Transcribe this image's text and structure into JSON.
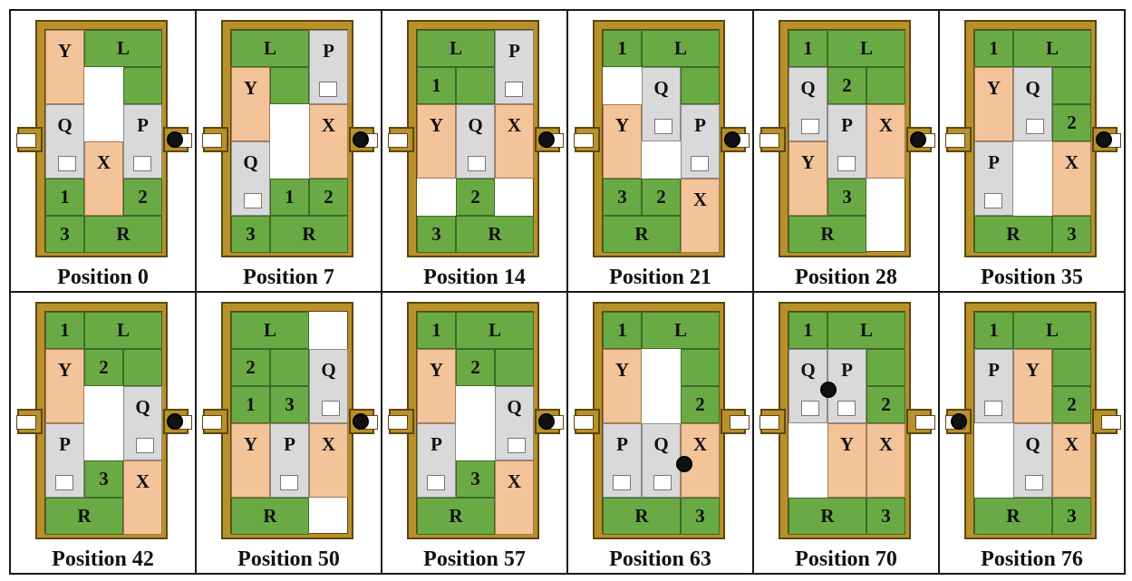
{
  "puzzle": {
    "colors": {
      "green": "#6aaa45",
      "orange": "#f3c39a",
      "gray": "#d9d9d9",
      "frame": "#b8912a"
    },
    "positions": [
      {
        "label": "Position 0",
        "ball": "right",
        "pieces": [
          {
            "t": "Y",
            "c": "o",
            "x": 0,
            "y": 0,
            "w": 1,
            "h": 2
          },
          {
            "t": "L",
            "c": "g",
            "x": 1,
            "y": 0,
            "w": 2,
            "h": 1
          },
          {
            "t": "",
            "c": "g",
            "x": 2,
            "y": 1,
            "w": 1,
            "h": 1
          },
          {
            "t": "Q",
            "c": "s",
            "x": 0,
            "y": 2,
            "w": 1,
            "h": 2,
            "hole": "br"
          },
          {
            "t": "P",
            "c": "s",
            "x": 2,
            "y": 2,
            "w": 1,
            "h": 2,
            "hole": "bl"
          },
          {
            "t": "X",
            "c": "o",
            "x": 1,
            "y": 3,
            "w": 1,
            "h": 2
          },
          {
            "t": "1",
            "c": "g",
            "x": 0,
            "y": 4,
            "w": 1,
            "h": 1
          },
          {
            "t": "2",
            "c": "g",
            "x": 2,
            "y": 4,
            "w": 1,
            "h": 1
          },
          {
            "t": "3",
            "c": "g",
            "x": 0,
            "y": 5,
            "w": 1,
            "h": 1
          },
          {
            "t": "R",
            "c": "g",
            "x": 1,
            "y": 5,
            "w": 2,
            "h": 1
          }
        ]
      },
      {
        "label": "Position 7",
        "ball": "right",
        "pieces": [
          {
            "t": "L",
            "c": "g",
            "x": 0,
            "y": 0,
            "w": 2,
            "h": 1
          },
          {
            "t": "P",
            "c": "s",
            "x": 2,
            "y": 0,
            "w": 1,
            "h": 2,
            "hole": "bl"
          },
          {
            "t": "",
            "c": "g",
            "x": 1,
            "y": 1,
            "w": 1,
            "h": 1
          },
          {
            "t": "Y",
            "c": "o",
            "x": 0,
            "y": 1,
            "w": 1,
            "h": 2
          },
          {
            "t": "X",
            "c": "o",
            "x": 2,
            "y": 2,
            "w": 1,
            "h": 2
          },
          {
            "t": "Q",
            "c": "s",
            "x": 0,
            "y": 3,
            "w": 1,
            "h": 2,
            "hole": "br"
          },
          {
            "t": "1",
            "c": "g",
            "x": 1,
            "y": 4,
            "w": 1,
            "h": 1
          },
          {
            "t": "2",
            "c": "g",
            "x": 2,
            "y": 4,
            "w": 1,
            "h": 1
          },
          {
            "t": "3",
            "c": "g",
            "x": 0,
            "y": 5,
            "w": 1,
            "h": 1
          },
          {
            "t": "R",
            "c": "g",
            "x": 1,
            "y": 5,
            "w": 2,
            "h": 1
          }
        ]
      },
      {
        "label": "Position 14",
        "ball": "right",
        "pieces": [
          {
            "t": "L",
            "c": "g",
            "x": 0,
            "y": 0,
            "w": 2,
            "h": 1
          },
          {
            "t": "P",
            "c": "s",
            "x": 2,
            "y": 0,
            "w": 1,
            "h": 2,
            "hole": "bl"
          },
          {
            "t": "1",
            "c": "g",
            "x": 0,
            "y": 1,
            "w": 1,
            "h": 1
          },
          {
            "t": "",
            "c": "g",
            "x": 1,
            "y": 1,
            "w": 1,
            "h": 1
          },
          {
            "t": "Y",
            "c": "o",
            "x": 0,
            "y": 2,
            "w": 1,
            "h": 2
          },
          {
            "t": "Q",
            "c": "s",
            "x": 1,
            "y": 2,
            "w": 1,
            "h": 2,
            "hole": "bm"
          },
          {
            "t": "X",
            "c": "o",
            "x": 2,
            "y": 2,
            "w": 1,
            "h": 2
          },
          {
            "t": "2",
            "c": "g",
            "x": 1,
            "y": 4,
            "w": 1,
            "h": 1
          },
          {
            "t": "3",
            "c": "g",
            "x": 0,
            "y": 5,
            "w": 1,
            "h": 1
          },
          {
            "t": "R",
            "c": "g",
            "x": 1,
            "y": 5,
            "w": 2,
            "h": 1
          }
        ]
      },
      {
        "label": "Position 21",
        "ball": "right",
        "pieces": [
          {
            "t": "1",
            "c": "g",
            "x": 0,
            "y": 0,
            "w": 1,
            "h": 1
          },
          {
            "t": "L",
            "c": "g",
            "x": 1,
            "y": 0,
            "w": 2,
            "h": 1
          },
          {
            "t": "",
            "c": "g",
            "x": 2,
            "y": 1,
            "w": 1,
            "h": 1
          },
          {
            "t": "Q",
            "c": "s",
            "x": 1,
            "y": 1,
            "w": 1,
            "h": 2,
            "hole": "br"
          },
          {
            "t": "Y",
            "c": "o",
            "x": 0,
            "y": 2,
            "w": 1,
            "h": 2
          },
          {
            "t": "P",
            "c": "s",
            "x": 2,
            "y": 2,
            "w": 1,
            "h": 2,
            "hole": "bl"
          },
          {
            "t": "3",
            "c": "g",
            "x": 0,
            "y": 4,
            "w": 1,
            "h": 1
          },
          {
            "t": "2",
            "c": "g",
            "x": 1,
            "y": 4,
            "w": 1,
            "h": 1
          },
          {
            "t": "X",
            "c": "o",
            "x": 2,
            "y": 4,
            "w": 1,
            "h": 2
          },
          {
            "t": "R",
            "c": "g",
            "x": 0,
            "y": 5,
            "w": 2,
            "h": 1
          }
        ]
      },
      {
        "label": "Position 28",
        "ball": "right",
        "pieces": [
          {
            "t": "1",
            "c": "g",
            "x": 0,
            "y": 0,
            "w": 1,
            "h": 1
          },
          {
            "t": "L",
            "c": "g",
            "x": 1,
            "y": 0,
            "w": 2,
            "h": 1
          },
          {
            "t": "",
            "c": "g",
            "x": 2,
            "y": 1,
            "w": 1,
            "h": 1
          },
          {
            "t": "Q",
            "c": "s",
            "x": 0,
            "y": 1,
            "w": 1,
            "h": 2,
            "hole": "br"
          },
          {
            "t": "2",
            "c": "g",
            "x": 1,
            "y": 1,
            "w": 1,
            "h": 1
          },
          {
            "t": "P",
            "c": "s",
            "x": 1,
            "y": 2,
            "w": 1,
            "h": 2,
            "hole": "bl"
          },
          {
            "t": "X",
            "c": "o",
            "x": 2,
            "y": 2,
            "w": 1,
            "h": 2
          },
          {
            "t": "Y",
            "c": "o",
            "x": 0,
            "y": 3,
            "w": 1,
            "h": 2
          },
          {
            "t": "3",
            "c": "g",
            "x": 1,
            "y": 4,
            "w": 1,
            "h": 1
          },
          {
            "t": "R",
            "c": "g",
            "x": 0,
            "y": 5,
            "w": 2,
            "h": 1
          }
        ]
      },
      {
        "label": "Position 35",
        "ball": "right",
        "pieces": [
          {
            "t": "1",
            "c": "g",
            "x": 0,
            "y": 0,
            "w": 1,
            "h": 1
          },
          {
            "t": "L",
            "c": "g",
            "x": 1,
            "y": 0,
            "w": 2,
            "h": 1
          },
          {
            "t": "",
            "c": "g",
            "x": 2,
            "y": 1,
            "w": 1,
            "h": 1
          },
          {
            "t": "Y",
            "c": "o",
            "x": 0,
            "y": 1,
            "w": 1,
            "h": 2
          },
          {
            "t": "Q",
            "c": "s",
            "x": 1,
            "y": 1,
            "w": 1,
            "h": 2,
            "hole": "br"
          },
          {
            "t": "2",
            "c": "g",
            "x": 2,
            "y": 2,
            "w": 1,
            "h": 1
          },
          {
            "t": "P",
            "c": "s",
            "x": 0,
            "y": 3,
            "w": 1,
            "h": 2,
            "hole": "bl"
          },
          {
            "t": "X",
            "c": "o",
            "x": 2,
            "y": 3,
            "w": 1,
            "h": 2
          },
          {
            "t": "R",
            "c": "g",
            "x": 0,
            "y": 5,
            "w": 2,
            "h": 1
          },
          {
            "t": "3",
            "c": "g",
            "x": 2,
            "y": 5,
            "w": 1,
            "h": 1
          }
        ]
      },
      {
        "label": "Position 42",
        "ball": "right",
        "pieces": [
          {
            "t": "1",
            "c": "g",
            "x": 0,
            "y": 0,
            "w": 1,
            "h": 1
          },
          {
            "t": "L",
            "c": "g",
            "x": 1,
            "y": 0,
            "w": 2,
            "h": 1
          },
          {
            "t": "",
            "c": "g",
            "x": 2,
            "y": 1,
            "w": 1,
            "h": 1
          },
          {
            "t": "Y",
            "c": "o",
            "x": 0,
            "y": 1,
            "w": 1,
            "h": 2
          },
          {
            "t": "2",
            "c": "g",
            "x": 1,
            "y": 1,
            "w": 1,
            "h": 1
          },
          {
            "t": "Q",
            "c": "s",
            "x": 2,
            "y": 2,
            "w": 1,
            "h": 2,
            "hole": "br"
          },
          {
            "t": "P",
            "c": "s",
            "x": 0,
            "y": 3,
            "w": 1,
            "h": 2,
            "hole": "bl"
          },
          {
            "t": "3",
            "c": "g",
            "x": 1,
            "y": 4,
            "w": 1,
            "h": 1
          },
          {
            "t": "X",
            "c": "o",
            "x": 2,
            "y": 4,
            "w": 1,
            "h": 2
          },
          {
            "t": "R",
            "c": "g",
            "x": 0,
            "y": 5,
            "w": 2,
            "h": 1
          }
        ]
      },
      {
        "label": "Position 50",
        "ball": "right",
        "pieces": [
          {
            "t": "L",
            "c": "g",
            "x": 0,
            "y": 0,
            "w": 2,
            "h": 1
          },
          {
            "t": "2",
            "c": "g",
            "x": 0,
            "y": 1,
            "w": 1,
            "h": 1
          },
          {
            "t": "",
            "c": "g",
            "x": 1,
            "y": 1,
            "w": 1,
            "h": 1
          },
          {
            "t": "1",
            "c": "g",
            "x": 0,
            "y": 2,
            "w": 1,
            "h": 1
          },
          {
            "t": "3",
            "c": "g",
            "x": 1,
            "y": 2,
            "w": 1,
            "h": 1
          },
          {
            "t": "Q",
            "c": "s",
            "x": 2,
            "y": 1,
            "w": 1,
            "h": 2,
            "hole": "br"
          },
          {
            "t": "Y",
            "c": "o",
            "x": 0,
            "y": 3,
            "w": 1,
            "h": 2
          },
          {
            "t": "P",
            "c": "s",
            "x": 1,
            "y": 3,
            "w": 1,
            "h": 2,
            "hole": "bl"
          },
          {
            "t": "X",
            "c": "o",
            "x": 2,
            "y": 3,
            "w": 1,
            "h": 2
          },
          {
            "t": "R",
            "c": "g",
            "x": 0,
            "y": 5,
            "w": 2,
            "h": 1
          }
        ]
      },
      {
        "label": "Position 57",
        "ball": "right",
        "pieces": [
          {
            "t": "1",
            "c": "g",
            "x": 0,
            "y": 0,
            "w": 1,
            "h": 1
          },
          {
            "t": "L",
            "c": "g",
            "x": 1,
            "y": 0,
            "w": 2,
            "h": 1
          },
          {
            "t": "",
            "c": "g",
            "x": 2,
            "y": 1,
            "w": 1,
            "h": 1
          },
          {
            "t": "Y",
            "c": "o",
            "x": 0,
            "y": 1,
            "w": 1,
            "h": 2
          },
          {
            "t": "2",
            "c": "g",
            "x": 1,
            "y": 1,
            "w": 1,
            "h": 1
          },
          {
            "t": "Q",
            "c": "s",
            "x": 2,
            "y": 2,
            "w": 1,
            "h": 2,
            "hole": "br"
          },
          {
            "t": "P",
            "c": "s",
            "x": 0,
            "y": 3,
            "w": 1,
            "h": 2,
            "hole": "bl"
          },
          {
            "t": "3",
            "c": "g",
            "x": 1,
            "y": 4,
            "w": 1,
            "h": 1
          },
          {
            "t": "X",
            "c": "o",
            "x": 2,
            "y": 4,
            "w": 1,
            "h": 2
          },
          {
            "t": "R",
            "c": "g",
            "x": 0,
            "y": 5,
            "w": 2,
            "h": 1
          }
        ]
      },
      {
        "label": "Position 63",
        "ball": "q",
        "pieces": [
          {
            "t": "1",
            "c": "g",
            "x": 0,
            "y": 0,
            "w": 1,
            "h": 1
          },
          {
            "t": "L",
            "c": "g",
            "x": 1,
            "y": 0,
            "w": 2,
            "h": 1
          },
          {
            "t": "",
            "c": "g",
            "x": 2,
            "y": 1,
            "w": 1,
            "h": 1
          },
          {
            "t": "Y",
            "c": "o",
            "x": 0,
            "y": 1,
            "w": 1,
            "h": 2
          },
          {
            "t": "2",
            "c": "g",
            "x": 2,
            "y": 2,
            "w": 1,
            "h": 1
          },
          {
            "t": "P",
            "c": "s",
            "x": 0,
            "y": 3,
            "w": 1,
            "h": 2,
            "hole": "bl"
          },
          {
            "t": "Q",
            "c": "s",
            "x": 1,
            "y": 3,
            "w": 1,
            "h": 2,
            "hole": "bm"
          },
          {
            "t": "X",
            "c": "o",
            "x": 2,
            "y": 3,
            "w": 1,
            "h": 2
          },
          {
            "t": "R",
            "c": "g",
            "x": 0,
            "y": 5,
            "w": 2,
            "h": 1
          },
          {
            "t": "3",
            "c": "g",
            "x": 2,
            "y": 5,
            "w": 1,
            "h": 1
          }
        ]
      },
      {
        "label": "Position 70",
        "ball": "qp",
        "pieces": [
          {
            "t": "1",
            "c": "g",
            "x": 0,
            "y": 0,
            "w": 1,
            "h": 1
          },
          {
            "t": "L",
            "c": "g",
            "x": 1,
            "y": 0,
            "w": 2,
            "h": 1
          },
          {
            "t": "",
            "c": "g",
            "x": 2,
            "y": 1,
            "w": 1,
            "h": 1
          },
          {
            "t": "Q",
            "c": "s",
            "x": 0,
            "y": 1,
            "w": 1,
            "h": 2,
            "hole": "br"
          },
          {
            "t": "P",
            "c": "s",
            "x": 1,
            "y": 1,
            "w": 1,
            "h": 2,
            "hole": "bl"
          },
          {
            "t": "2",
            "c": "g",
            "x": 2,
            "y": 2,
            "w": 1,
            "h": 1
          },
          {
            "t": "Y",
            "c": "o",
            "x": 1,
            "y": 3,
            "w": 1,
            "h": 2
          },
          {
            "t": "X",
            "c": "o",
            "x": 2,
            "y": 3,
            "w": 1,
            "h": 2
          },
          {
            "t": "R",
            "c": "g",
            "x": 0,
            "y": 5,
            "w": 2,
            "h": 1
          },
          {
            "t": "3",
            "c": "g",
            "x": 2,
            "y": 5,
            "w": 1,
            "h": 1
          }
        ]
      },
      {
        "label": "Position 76",
        "ball": "left",
        "pieces": [
          {
            "t": "1",
            "c": "g",
            "x": 0,
            "y": 0,
            "w": 1,
            "h": 1
          },
          {
            "t": "L",
            "c": "g",
            "x": 1,
            "y": 0,
            "w": 2,
            "h": 1
          },
          {
            "t": "",
            "c": "g",
            "x": 2,
            "y": 1,
            "w": 1,
            "h": 1
          },
          {
            "t": "P",
            "c": "s",
            "x": 0,
            "y": 1,
            "w": 1,
            "h": 2,
            "hole": "bl"
          },
          {
            "t": "Y",
            "c": "o",
            "x": 1,
            "y": 1,
            "w": 1,
            "h": 2
          },
          {
            "t": "2",
            "c": "g",
            "x": 2,
            "y": 2,
            "w": 1,
            "h": 1
          },
          {
            "t": "Q",
            "c": "s",
            "x": 1,
            "y": 3,
            "w": 1,
            "h": 2,
            "hole": "bm"
          },
          {
            "t": "X",
            "c": "o",
            "x": 2,
            "y": 3,
            "w": 1,
            "h": 2
          },
          {
            "t": "R",
            "c": "g",
            "x": 0,
            "y": 5,
            "w": 2,
            "h": 1
          },
          {
            "t": "3",
            "c": "g",
            "x": 2,
            "y": 5,
            "w": 1,
            "h": 1
          }
        ]
      }
    ]
  }
}
